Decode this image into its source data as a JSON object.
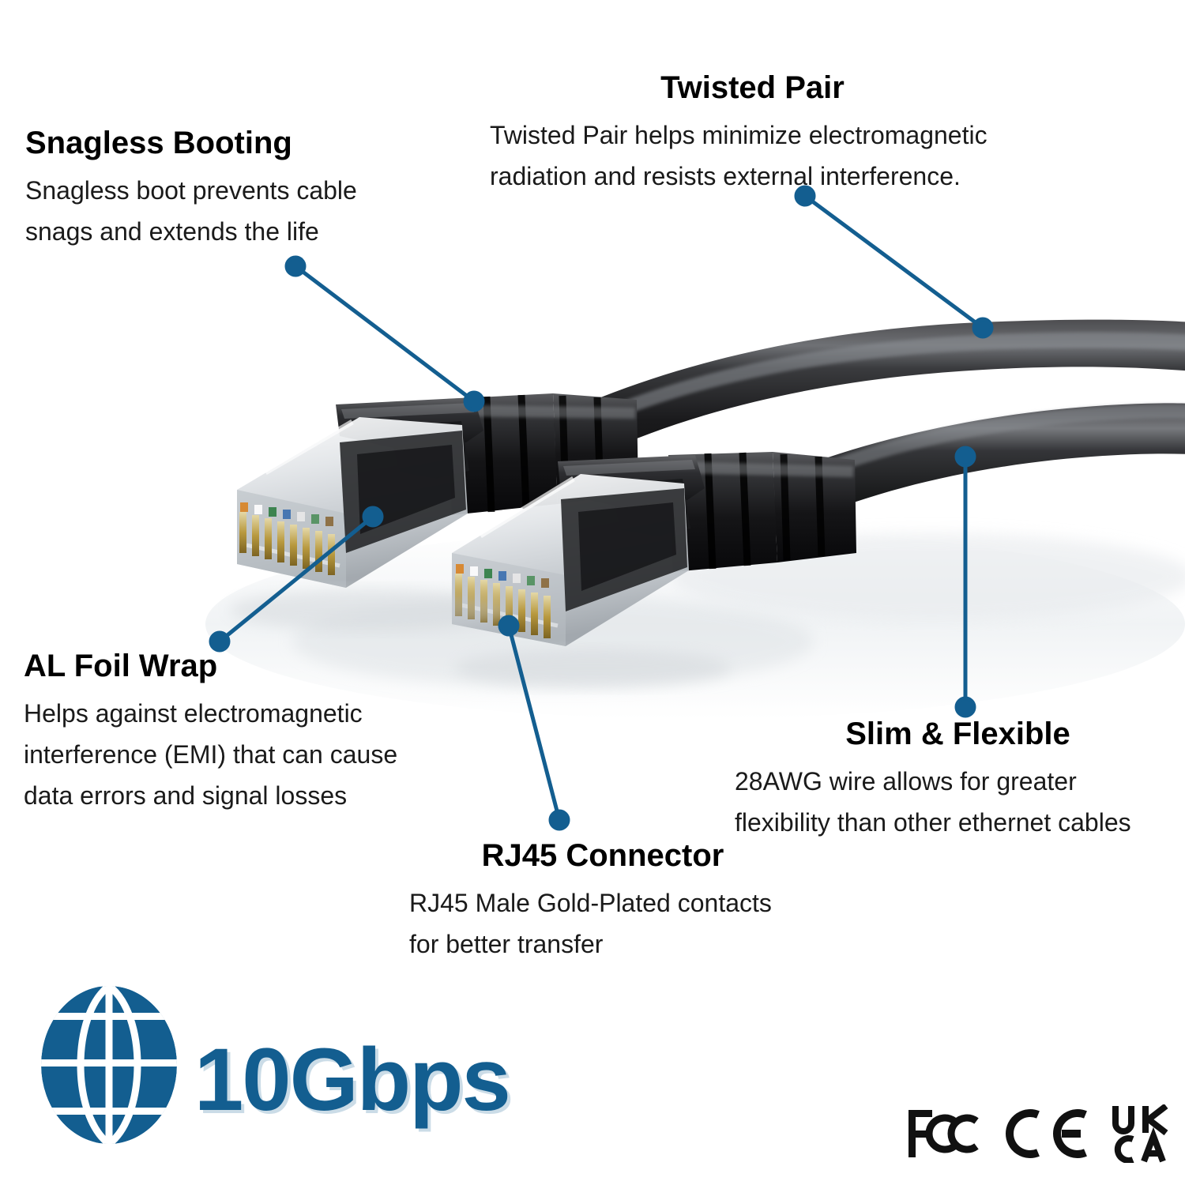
{
  "page": {
    "background_color": "#ffffff",
    "accent_color": "#135e90",
    "text_color": "#000000",
    "product": "Ethernet patch cable infographic"
  },
  "callouts": [
    {
      "id": "snagless-booting",
      "title": "Snagless Booting",
      "body_lines": [
        "Snagless boot prevents cable",
        "snags and extends the life"
      ]
    },
    {
      "id": "twisted-pair",
      "title": "Twisted Pair",
      "body_lines": [
        "Twisted Pair helps minimize electromagnetic",
        "radiation and resists external interference."
      ]
    },
    {
      "id": "al-foil-wrap",
      "title": "AL Foil Wrap",
      "body_lines": [
        "Helps against electromagnetic",
        "interference (EMI) that can cause",
        "data errors and signal losses"
      ]
    },
    {
      "id": "rj45-connector",
      "title": "RJ45 Connector",
      "body_lines": [
        "RJ45 Male Gold-Plated contacts",
        "for better transfer"
      ]
    },
    {
      "id": "slim-flexible",
      "title": "Slim & Flexible",
      "body_lines": [
        "28AWG wire allows for greater",
        "flexibility than other ethernet cables"
      ]
    }
  ],
  "badges": {
    "speed": {
      "label": "10Gbps",
      "icon": "globe-icon",
      "color": "#135e90"
    },
    "certifications": [
      {
        "id": "fcc",
        "label": "FCC"
      },
      {
        "id": "ce",
        "label": "CE"
      },
      {
        "id": "ukca",
        "label": "UKCA",
        "line1": "UK",
        "line2": "CA"
      }
    ]
  },
  "product_image": {
    "description": "Two black RJ45 ethernet patch cable connectors with snagless boots",
    "cable_color": "#1b1b1b",
    "boot_color": "#141414",
    "housing_color": "#e8eaec",
    "contact_color": "#c9a227"
  }
}
